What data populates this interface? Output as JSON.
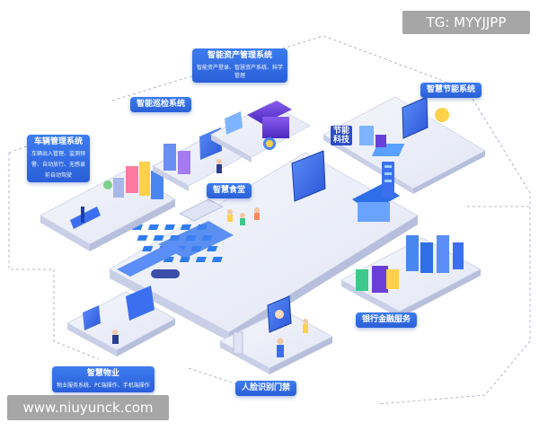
{
  "watermarks": {
    "top": "TG: MYYJJPP",
    "bottom": "www.niuyunck.com"
  },
  "labels": {
    "asset": {
      "title": "智能资产管理系统",
      "desc": "智能资产登录、智慧资产系统、科学管理"
    },
    "patrol": {
      "title": "智能巡检系统"
    },
    "energy": {
      "title": "智慧节能系统"
    },
    "vehicle": {
      "title": "车辆管理系统",
      "desc": [
        "车辆出入管理、监测预",
        "警、自动放行、无感录",
        "前自动驾驶"
      ]
    },
    "canteen": {
      "title": "智慧食堂"
    },
    "bank": {
      "title": "银行金融服务"
    },
    "property": {
      "title": "智慧物业",
      "desc": "物业服务系统、PC端操作、手机端操作"
    },
    "face": {
      "title": "人脸识别门禁"
    }
  },
  "sign": {
    "line1": "节能",
    "line2": "科技"
  },
  "colors": {
    "label": "#2f67e0",
    "platform": "#eceef8",
    "screen": "#3b6ff0",
    "seat": "#2e7df0",
    "accent": "#6a3fd8",
    "dash": "#9aa4c4"
  }
}
